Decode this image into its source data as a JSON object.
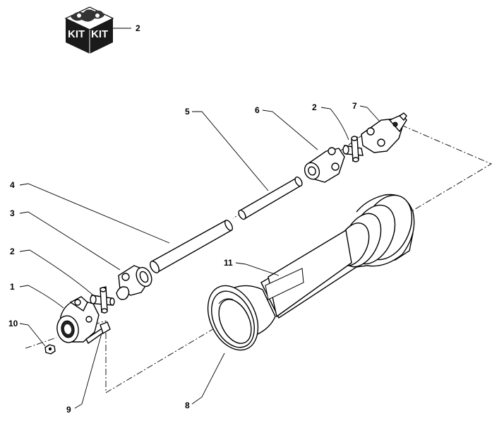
{
  "kit": {
    "face_left": "KIT",
    "face_right": "KIT",
    "callout": "2"
  },
  "callouts": {
    "c1": "1",
    "c2a": "2",
    "c2b": "2",
    "c3": "3",
    "c4": "4",
    "c5": "5",
    "c6": "6",
    "c7": "7",
    "c8": "8",
    "c9": "9",
    "c10": "10",
    "c11": "11"
  }
}
